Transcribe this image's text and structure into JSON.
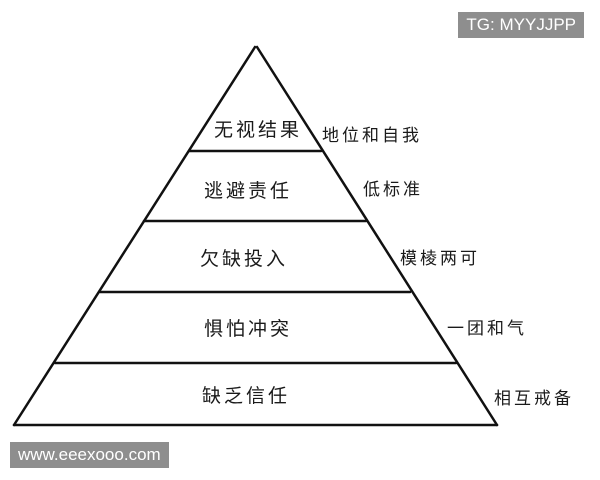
{
  "watermark_top": "TG: MYYJJPP",
  "watermark_bottom": "www.eeexooo.com",
  "pyramid": {
    "levels": [
      {
        "label": "无视结果",
        "side": "地位和自我"
      },
      {
        "label": "逃避责任",
        "side": "低标准"
      },
      {
        "label": "欠缺投入",
        "side": "模棱两可"
      },
      {
        "label": "惧怕冲突",
        "side": "一团和气"
      },
      {
        "label": "缺乏信任",
        "side": "相互戒备"
      }
    ],
    "line_color": "#111111"
  }
}
